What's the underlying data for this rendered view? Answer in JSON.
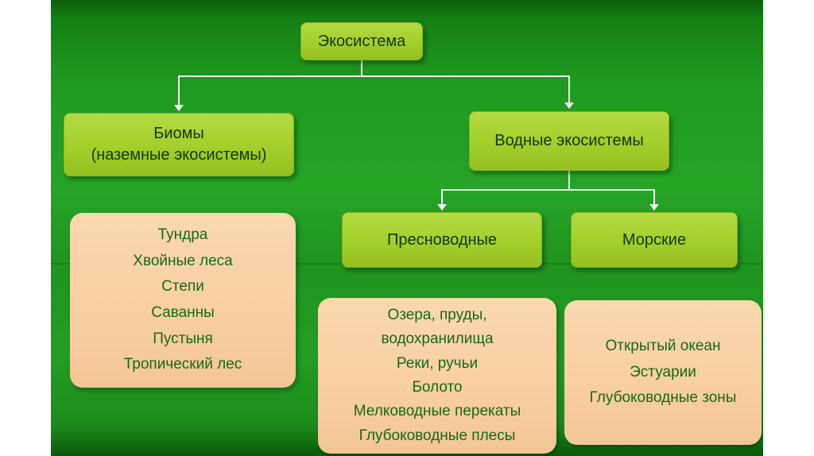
{
  "nodes": {
    "root": {
      "label": "Экосистема"
    },
    "biomes": {
      "label": "Биомы\n(наземные экосистемы)"
    },
    "aquatic": {
      "label": "Водные экосистемы"
    },
    "freshwater": {
      "label": "Пресноводные"
    },
    "marine": {
      "label": "Морские"
    }
  },
  "leaves": {
    "biomes_list": [
      "Тундра",
      "Хвойные леса",
      "Степи",
      "Саванны",
      "Пустыня",
      "Тропический лес"
    ],
    "freshwater_list": [
      "Озера, пруды,",
      "водохранилища",
      "Реки, ручьи",
      "Болото",
      "Мелководные перекаты",
      "Глубоководные плесы"
    ],
    "marine_list": [
      "Открытый океан",
      "Эстуарии",
      "Глубоководные зоны"
    ]
  },
  "colors": {
    "node_fill": "#a4ce2b",
    "node_text": "#15350a",
    "leaf_fill": "#f8cfa2",
    "leaf_text": "#156915",
    "background_top": "#0a5f0a",
    "background_middle": "#26a426",
    "background_bottom": "#0a5a0a",
    "connector_line": "#f2f2f2"
  }
}
